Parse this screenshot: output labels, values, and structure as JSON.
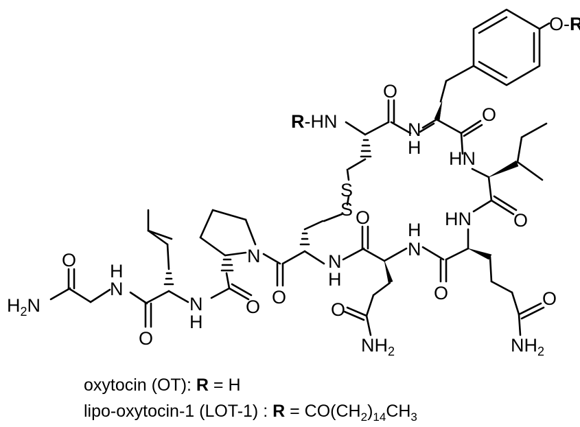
{
  "structure": {
    "atoms": {
      "r_or": "O-R",
      "r_hn": "R-HN",
      "o": "O",
      "h": "H",
      "hn": "HN",
      "n": "N",
      "nh": "NH",
      "s": "S",
      "h2n": "H2N",
      "nh2": "NH2"
    }
  },
  "captions": {
    "oxytocin": {
      "name": "oxytocin (OT): ",
      "r": "R",
      "rest": " = H"
    },
    "lipo": {
      "name": "lipo-oxytocin-1 (LOT-1) : ",
      "r": "R",
      "eq": " = CO(CH",
      "sub1": "2",
      "mid": ")",
      "sub2": "14",
      "end": "CH",
      "sub3": "3"
    }
  }
}
